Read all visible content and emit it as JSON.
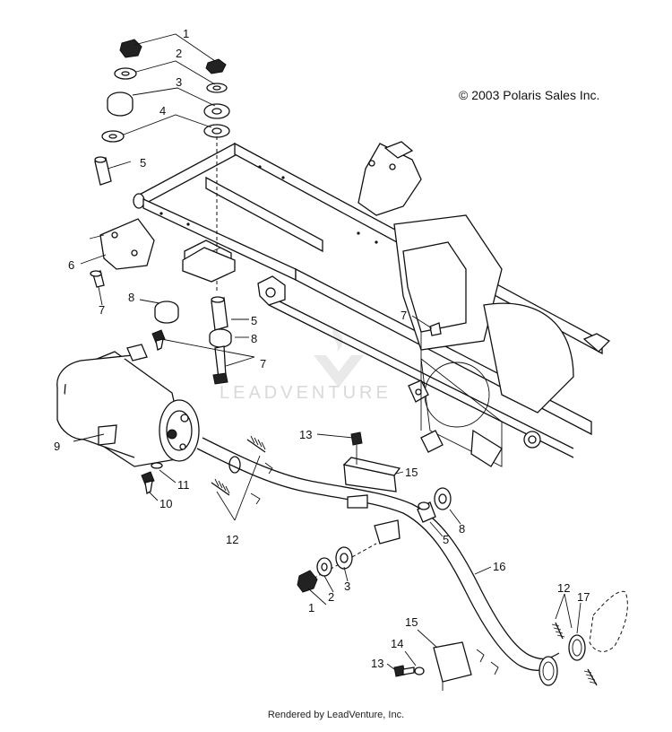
{
  "copyright": "© 2003 Polaris Sales Inc.",
  "footer": "Rendered by LeadVenture, Inc.",
  "watermark": "LEADVENTURE",
  "callouts": [
    {
      "id": "c1a",
      "label": "1"
    },
    {
      "id": "c2a",
      "label": "2"
    },
    {
      "id": "c3a",
      "label": "3"
    },
    {
      "id": "c4a",
      "label": "4"
    },
    {
      "id": "c5a",
      "label": "5"
    },
    {
      "id": "c6",
      "label": "6"
    },
    {
      "id": "c7a",
      "label": "7"
    },
    {
      "id": "c8a",
      "label": "8"
    },
    {
      "id": "c5b",
      "label": "5"
    },
    {
      "id": "c8b",
      "label": "8"
    },
    {
      "id": "c7b",
      "label": "7"
    },
    {
      "id": "c7c",
      "label": "7"
    },
    {
      "id": "c9",
      "label": "9"
    },
    {
      "id": "c11",
      "label": "11"
    },
    {
      "id": "c10",
      "label": "10"
    },
    {
      "id": "c12a",
      "label": "12"
    },
    {
      "id": "c13a",
      "label": "13"
    },
    {
      "id": "c15a",
      "label": "15"
    },
    {
      "id": "c8c",
      "label": "8"
    },
    {
      "id": "c5c",
      "label": "5"
    },
    {
      "id": "c16",
      "label": "16"
    },
    {
      "id": "c3b",
      "label": "3"
    },
    {
      "id": "c2b",
      "label": "2"
    },
    {
      "id": "c1b",
      "label": "1"
    },
    {
      "id": "c12b",
      "label": "12"
    },
    {
      "id": "c17",
      "label": "17"
    },
    {
      "id": "c15b",
      "label": "15"
    },
    {
      "id": "c14",
      "label": "14"
    },
    {
      "id": "c13b",
      "label": "13"
    }
  ]
}
